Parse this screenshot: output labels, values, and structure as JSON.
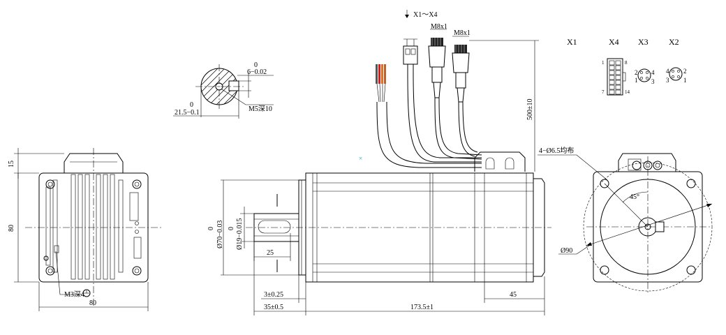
{
  "cable_view": {
    "label_cables": "X1～X4",
    "label_m8_left": "M8x1",
    "label_m8_right": "M8x1"
  },
  "connectors": {
    "x1": "X1",
    "x4": "X4",
    "x3": "X3",
    "x2": "X2",
    "x4_pins": {
      "p1": "1",
      "p8": "8",
      "p7": "7",
      "p14": "14"
    },
    "x3_pins": {
      "p2": "2",
      "p4": "4",
      "p1": "1",
      "p3": "3"
    },
    "x2_pins": {
      "p4": "4",
      "p2": "2",
      "p3": "3",
      "p1": "1"
    }
  },
  "shaft_section": {
    "key_upper": "0",
    "key_lower": "6−0.02",
    "dia_upper": "0",
    "dia_lower": "21.5−0.1",
    "thread": "M5深10"
  },
  "rear_view": {
    "dim_15": "15",
    "dim_80_height": "80",
    "dim_80_width": "80",
    "thread": "M3深4"
  },
  "side_view": {
    "dim_500": "500±10",
    "flange_dia_upper": "0",
    "flange_dia_lower": "Ø70−0.03",
    "shaft_dia_upper": "0",
    "shaft_dia_lower": "Ø19−0.015",
    "dim_25": "25",
    "dim_3": "3±0.25",
    "dim_35": "35±0.5",
    "dim_173": "173.5±1",
    "dim_45": "45"
  },
  "front_view": {
    "holes": "4−Ø6.5均布",
    "angle": "45°",
    "pcd": "Ø90"
  }
}
